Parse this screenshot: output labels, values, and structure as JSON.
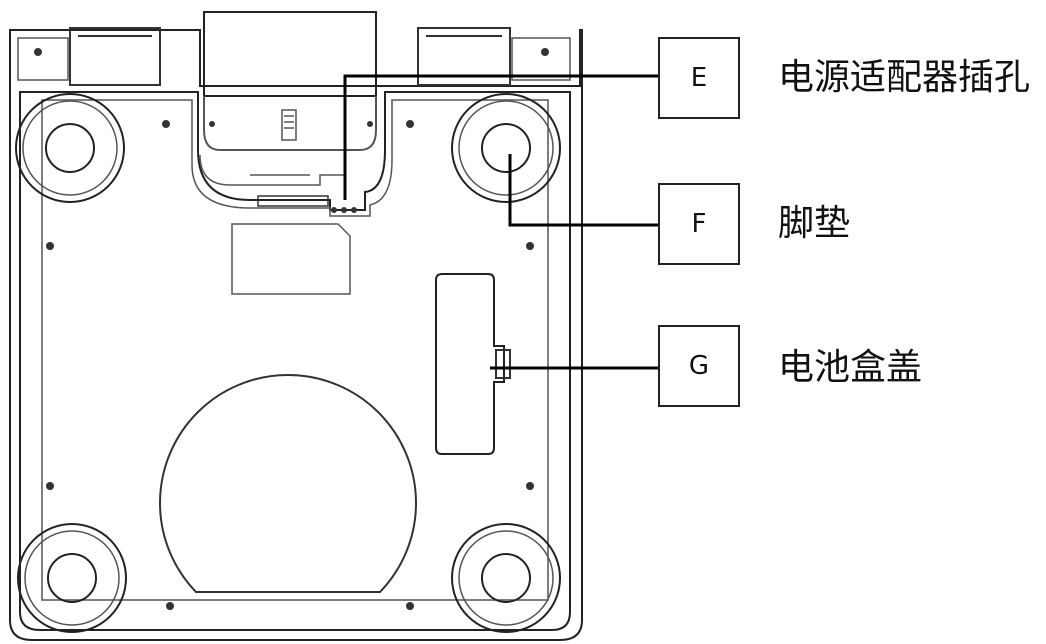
{
  "callouts": [
    {
      "letter": "E",
      "label": "电源适配器插孔"
    },
    {
      "letter": "F",
      "label": "脚垫"
    },
    {
      "letter": "G",
      "label": "电池盒盖"
    }
  ],
  "colors": {
    "line": "#222222",
    "light_line": "#555555",
    "background": "#ffffff"
  }
}
